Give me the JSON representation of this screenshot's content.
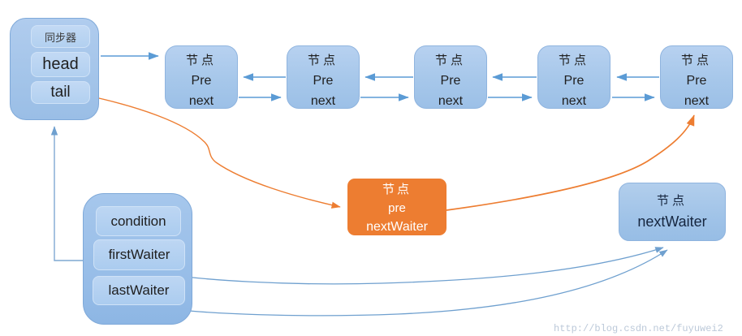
{
  "sync_box": {
    "fields": [
      {
        "label": "同步器"
      },
      {
        "label": "head"
      },
      {
        "label": "tail"
      }
    ]
  },
  "queue_node": {
    "title": "节点",
    "pre": "Pre",
    "next": "next",
    "count_visible": 5
  },
  "condition_box": {
    "fields": [
      {
        "label": "condition"
      },
      {
        "label": "firstWaiter"
      },
      {
        "label": "lastWaiter"
      }
    ]
  },
  "condition_queue_node": {
    "title": "节点",
    "pre": "pre",
    "next_waiter": "nextWaiter"
  },
  "waiter_node": {
    "title": "节点",
    "next_waiter": "nextWaiter"
  },
  "watermark": "http://blog.csdn.net/fuyuwei2",
  "colors": {
    "node_fill": "#A6C7EA",
    "node_border": "#8FB4DF",
    "inner_field_fill": "#B2D0F0",
    "arrow_blue": "#5B9BD5",
    "thin_arrow_blue": "#6FA0CF",
    "orange": "#ED7D31",
    "text_dark": "#1F1F1F",
    "orange_text": "#FFFFFF",
    "watermark_text": "#BCC9D9"
  }
}
